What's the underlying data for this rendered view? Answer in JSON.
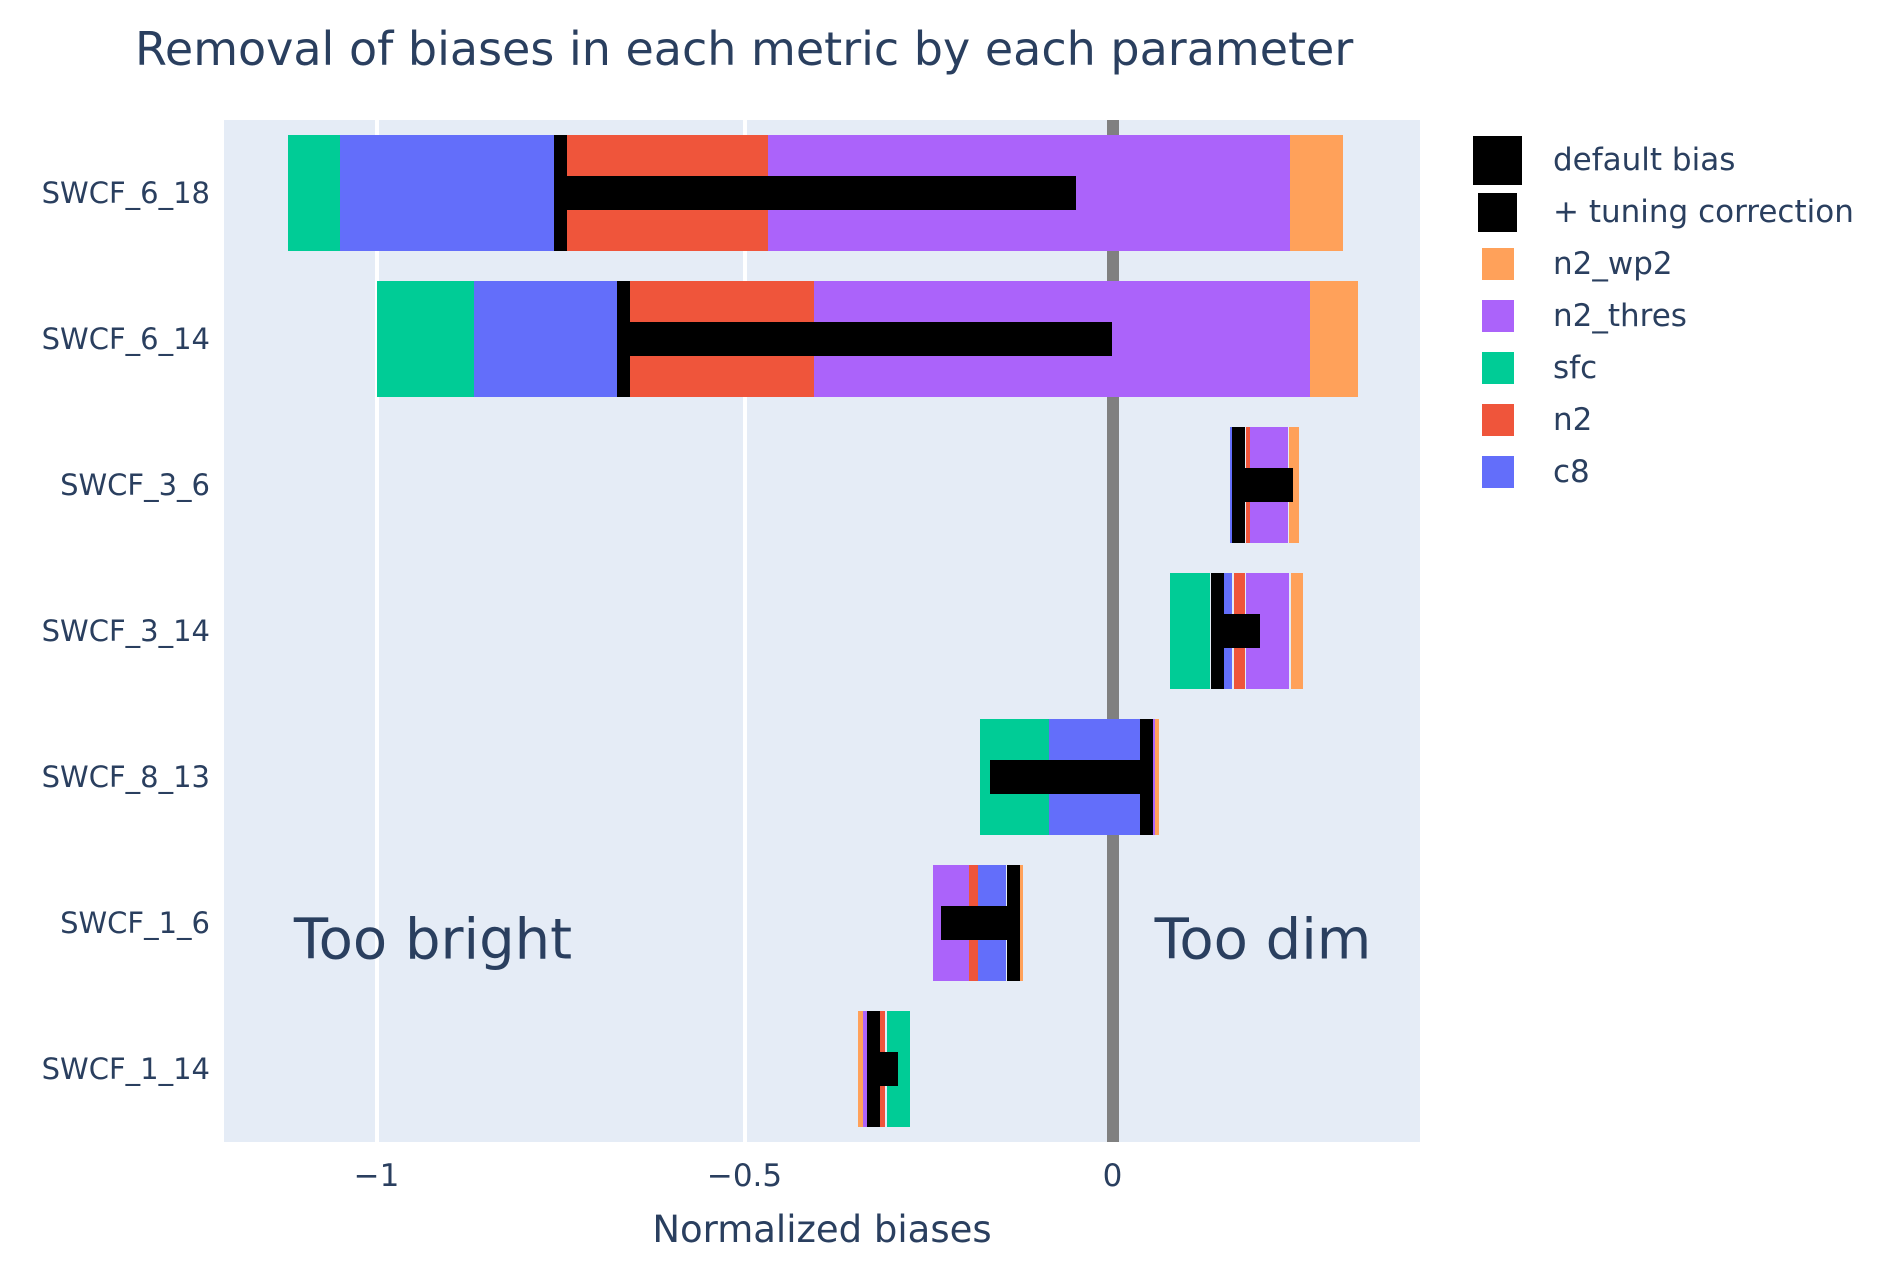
{
  "title": "Removal of biases in each metric by each parameter",
  "annotations": {
    "left": "Too bright",
    "right": "Too dim"
  },
  "axis": {
    "xlabel": "Normalized biases",
    "ticks": [
      {
        "label": "−1",
        "value": -1
      },
      {
        "label": "−0.5",
        "value": -0.5
      },
      {
        "label": "0",
        "value": 0
      }
    ]
  },
  "colors": {
    "c8": "#636EFA",
    "n2": "#EF553B",
    "sfc": "#00CC96",
    "n2_thres": "#AB63FA",
    "n2_wp2": "#FFA15A",
    "default_bias": "#000000",
    "tuning_correction": "#000000",
    "zeroline": "#808080",
    "gridline": "#ffffff",
    "plot_bg": "#e5ecf6",
    "text": "#2a3f5f"
  },
  "legend": {
    "items": [
      {
        "label": "default bias",
        "color": "#000000",
        "size": 49
      },
      {
        "label": "+ tuning correction",
        "color": "#000000",
        "size": 39
      },
      {
        "label": "n2_wp2",
        "color": "#FFA15A",
        "size": 32
      },
      {
        "label": "n2_thres",
        "color": "#AB63FA",
        "size": 32
      },
      {
        "label": "sfc",
        "color": "#00CC96",
        "size": 32
      },
      {
        "label": "n2",
        "color": "#EF553B",
        "size": 32
      },
      {
        "label": "c8",
        "color": "#636EFA",
        "size": 32
      }
    ]
  },
  "chart_data": {
    "type": "bar",
    "orientation": "horizontal",
    "title": "Removal of biases in each metric by each parameter",
    "xlabel": "Normalized biases",
    "ylabel": "",
    "xlim": [
      -1.21,
      0.42
    ],
    "x_gridlines": [
      -1,
      -0.5
    ],
    "zeroline": 0,
    "grid": true,
    "legend_position": "right",
    "categories": [
      "SWCF_6_18",
      "SWCF_6_14",
      "SWCF_3_6",
      "SWCF_3_14",
      "SWCF_8_13",
      "SWCF_1_6",
      "SWCF_1_14"
    ],
    "rows": [
      {
        "metric": "SWCF_6_18",
        "default_bias": -0.75,
        "tuned_bias": -0.05,
        "segments": [
          {
            "param": "sfc",
            "from": -1.12,
            "to": -1.05
          },
          {
            "param": "c8",
            "from": -1.05,
            "to": -0.75
          },
          {
            "param": "n2",
            "from": -0.75,
            "to": -0.468
          },
          {
            "param": "n2_thres",
            "from": -0.468,
            "to": 0.241
          },
          {
            "param": "n2_wp2",
            "from": 0.241,
            "to": 0.313
          }
        ]
      },
      {
        "metric": "SWCF_6_14",
        "default_bias": -0.665,
        "tuned_bias": 0.0,
        "segments": [
          {
            "param": "sfc",
            "from": -1.0,
            "to": -0.867
          },
          {
            "param": "c8",
            "from": -0.867,
            "to": -0.665
          },
          {
            "param": "n2",
            "from": -0.665,
            "to": -0.405
          },
          {
            "param": "n2_thres",
            "from": -0.405,
            "to": 0.268
          },
          {
            "param": "n2_wp2",
            "from": 0.268,
            "to": 0.334
          }
        ]
      },
      {
        "metric": "SWCF_3_6",
        "default_bias": 0.171,
        "tuned_bias": 0.245,
        "segments": [
          {
            "param": "c8",
            "from": 0.159,
            "to": 0.162
          },
          {
            "param": "n2",
            "from": 0.181,
            "to": 0.187
          },
          {
            "param": "n2_thres",
            "from": 0.187,
            "to": 0.239
          },
          {
            "param": "n2_wp2",
            "from": 0.24,
            "to": 0.253
          }
        ]
      },
      {
        "metric": "SWCF_3_14",
        "default_bias": 0.142,
        "tuned_bias": 0.2,
        "segments": [
          {
            "param": "sfc",
            "from": 0.078,
            "to": 0.133
          },
          {
            "param": "c8",
            "from": 0.152,
            "to": 0.162
          },
          {
            "param": "n2",
            "from": 0.165,
            "to": 0.18
          },
          {
            "param": "n2_thres",
            "from": 0.181,
            "to": 0.24
          },
          {
            "param": "n2_wp2",
            "from": 0.243,
            "to": 0.259
          }
        ]
      },
      {
        "metric": "SWCF_8_13",
        "default_bias": 0.046,
        "tuned_bias": -0.166,
        "segments": [
          {
            "param": "sfc",
            "from": -0.18,
            "to": -0.086
          },
          {
            "param": "c8",
            "from": -0.086,
            "to": 0.037
          },
          {
            "param": "n2_thres",
            "from": 0.055,
            "to": 0.058
          },
          {
            "param": "n2_wp2",
            "from": 0.058,
            "to": 0.063
          }
        ]
      },
      {
        "metric": "SWCF_1_6",
        "default_bias": -0.135,
        "tuned_bias": -0.233,
        "segments": [
          {
            "param": "n2_thres",
            "from": -0.244,
            "to": -0.195
          },
          {
            "param": "n2",
            "from": -0.195,
            "to": -0.183
          },
          {
            "param": "c8",
            "from": -0.183,
            "to": -0.145
          },
          {
            "param": "n2_wp2",
            "from": -0.126,
            "to": -0.122
          }
        ]
      },
      {
        "metric": "SWCF_1_14",
        "default_bias": -0.325,
        "tuned_bias": -0.291,
        "segments": [
          {
            "param": "n2_wp2",
            "from": -0.346,
            "to": -0.339
          },
          {
            "param": "n2_thres",
            "from": -0.339,
            "to": -0.334
          },
          {
            "param": "n2",
            "from": -0.316,
            "to": -0.309
          },
          {
            "param": "sfc",
            "from": -0.307,
            "to": -0.275
          }
        ]
      }
    ]
  }
}
